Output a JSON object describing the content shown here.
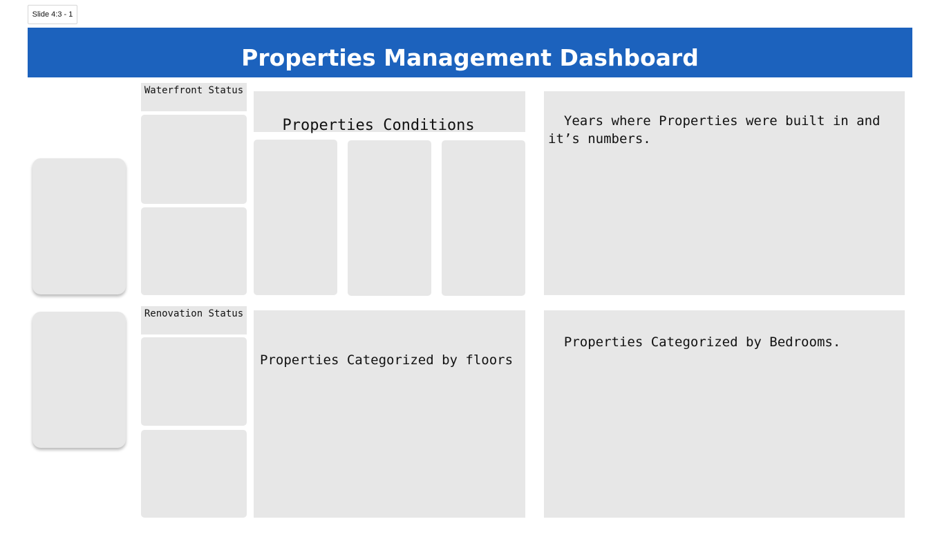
{
  "frame": {
    "label": "Slide 4:3 - 1"
  },
  "header": {
    "title": "Properties Management Dashboard",
    "background_color": "#1c62bd"
  },
  "colors": {
    "panel_fill": "#e7e7e7",
    "page_background": "#ffffff"
  },
  "waterfront": {
    "label": "Waterfront Status"
  },
  "renovation": {
    "label": "Renovation Status"
  },
  "conditions": {
    "title": "Properties Conditions"
  },
  "years": {
    "title": "Years where Properties were built in and it’s numbers."
  },
  "floors": {
    "title": "Properties Categorized by floors"
  },
  "bedrooms": {
    "title": "Properties Categorized by Bedrooms."
  }
}
